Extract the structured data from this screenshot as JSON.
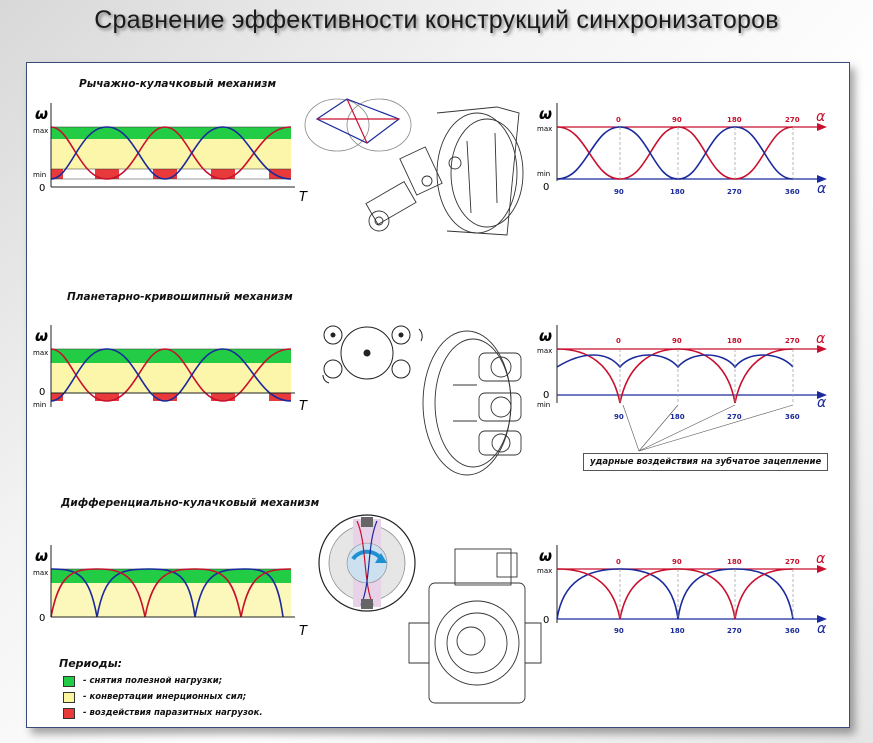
{
  "title": "Сравнение эффективности конструкций синхронизаторов",
  "mechanisms": [
    {
      "name": "Рычажно-кулачковый механизм"
    },
    {
      "name": "Планетарно-кривошипный механизм"
    },
    {
      "name": "Дифференциально-кулачковый механизм"
    }
  ],
  "axis_labels": {
    "omega": "ω",
    "max": "max",
    "min": "min",
    "zero": "0",
    "time": "T",
    "alpha": "α"
  },
  "top_angles": [
    "0",
    "90",
    "180",
    "270"
  ],
  "bottom_angles": [
    "90",
    "180",
    "270",
    "360"
  ],
  "callout": "ударные воздействия на зубчатое зацепление",
  "legend": {
    "title": "Периоды:",
    "items": [
      {
        "label": "- снятия полезной нагрузки;",
        "color": "#22cc44"
      },
      {
        "label": "- конвертации инерционных сил;",
        "color": "#fbf5a0"
      },
      {
        "label": "- воздействия паразитных нагрузок.",
        "color": "#e83a3a"
      }
    ]
  },
  "colors": {
    "red_curve": "#c8102e",
    "blue_curve": "#1a2a9c",
    "green_band": "#22cc44",
    "yellow_band": "#fbf5a0",
    "red_band": "#e83a3a"
  }
}
